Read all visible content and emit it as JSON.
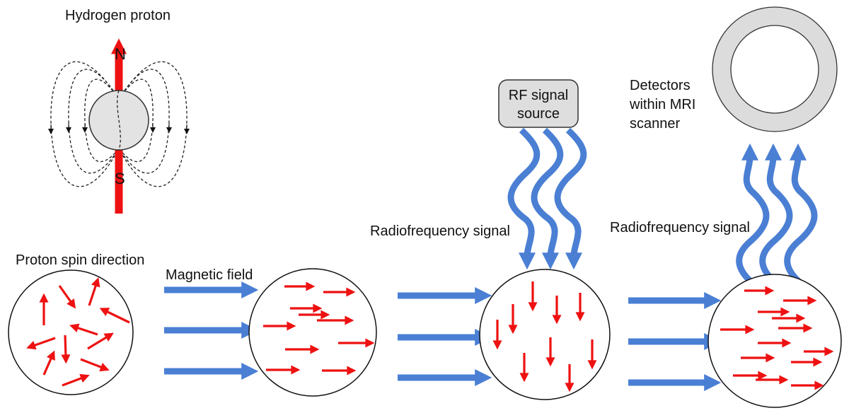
{
  "labels": {
    "hydrogen_proton": "Hydrogen proton",
    "north": "N",
    "south": "S",
    "proton_spin": "Proton spin direction",
    "magnetic_field": "Magnetic field",
    "rf_source_line1": "RF signal",
    "rf_source_line2": "source",
    "rf_signal_in": "Radiofrequency signal",
    "rf_signal_out": "Radiofrequency signal",
    "detectors_line1": "Detectors",
    "detectors_line2": "within MRI",
    "detectors_line3": "scanner"
  },
  "colors": {
    "spin_arrow": "#ee1111",
    "field_arrow": "#4a7fd4",
    "proton_body": "#e3e3e3",
    "detector_ring": "#dcdcdc",
    "outline": "#333333"
  },
  "stages": [
    {
      "name": "random-spins",
      "arrow_direction": "random"
    },
    {
      "name": "aligned-spins",
      "arrow_direction": "right"
    },
    {
      "name": "flipped-spins",
      "arrow_direction": "down"
    },
    {
      "name": "relaxing-spins",
      "arrow_direction": "right"
    }
  ]
}
